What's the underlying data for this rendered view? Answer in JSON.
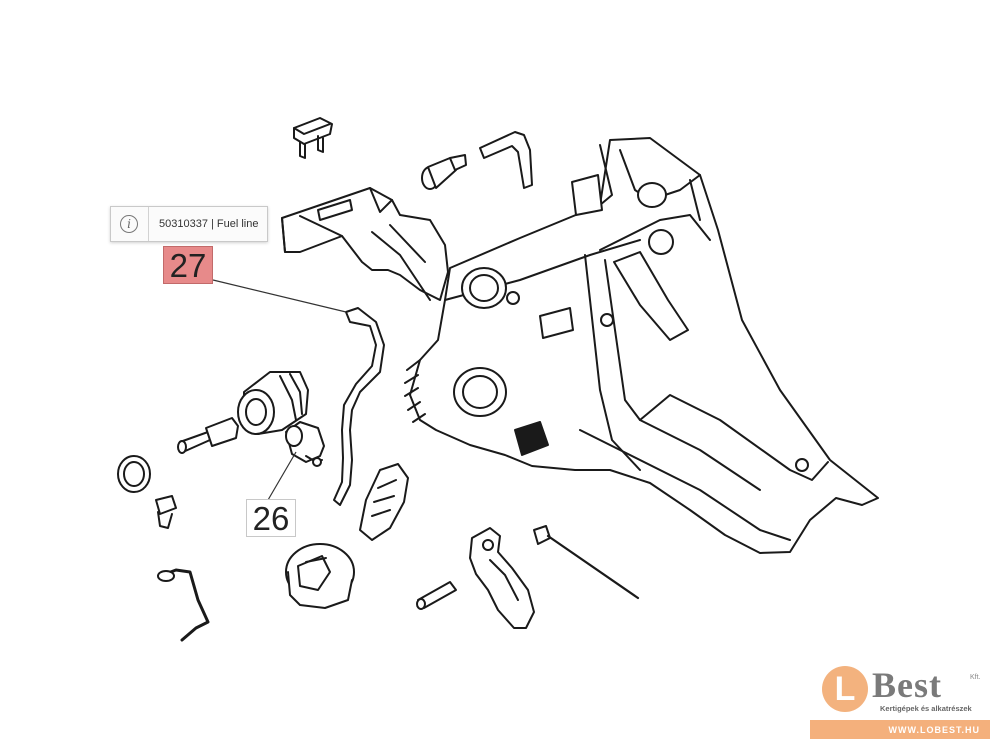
{
  "tooltip": {
    "icon": "info-icon",
    "text": "50310337 | Fuel line"
  },
  "callouts": [
    {
      "id": "27",
      "label": "27",
      "highlighted": true
    },
    {
      "id": "26",
      "label": "26",
      "highlighted": false
    }
  ],
  "logo": {
    "mark": "L",
    "name": "Best",
    "suffix": "Kft.",
    "tagline": "Kertigépek és alkatrészek",
    "url": "WWW.LOBEST.HU"
  },
  "colors": {
    "highlight": "#e78a8a",
    "brand": "#f4b07c",
    "stroke": "#1a1a1a"
  }
}
